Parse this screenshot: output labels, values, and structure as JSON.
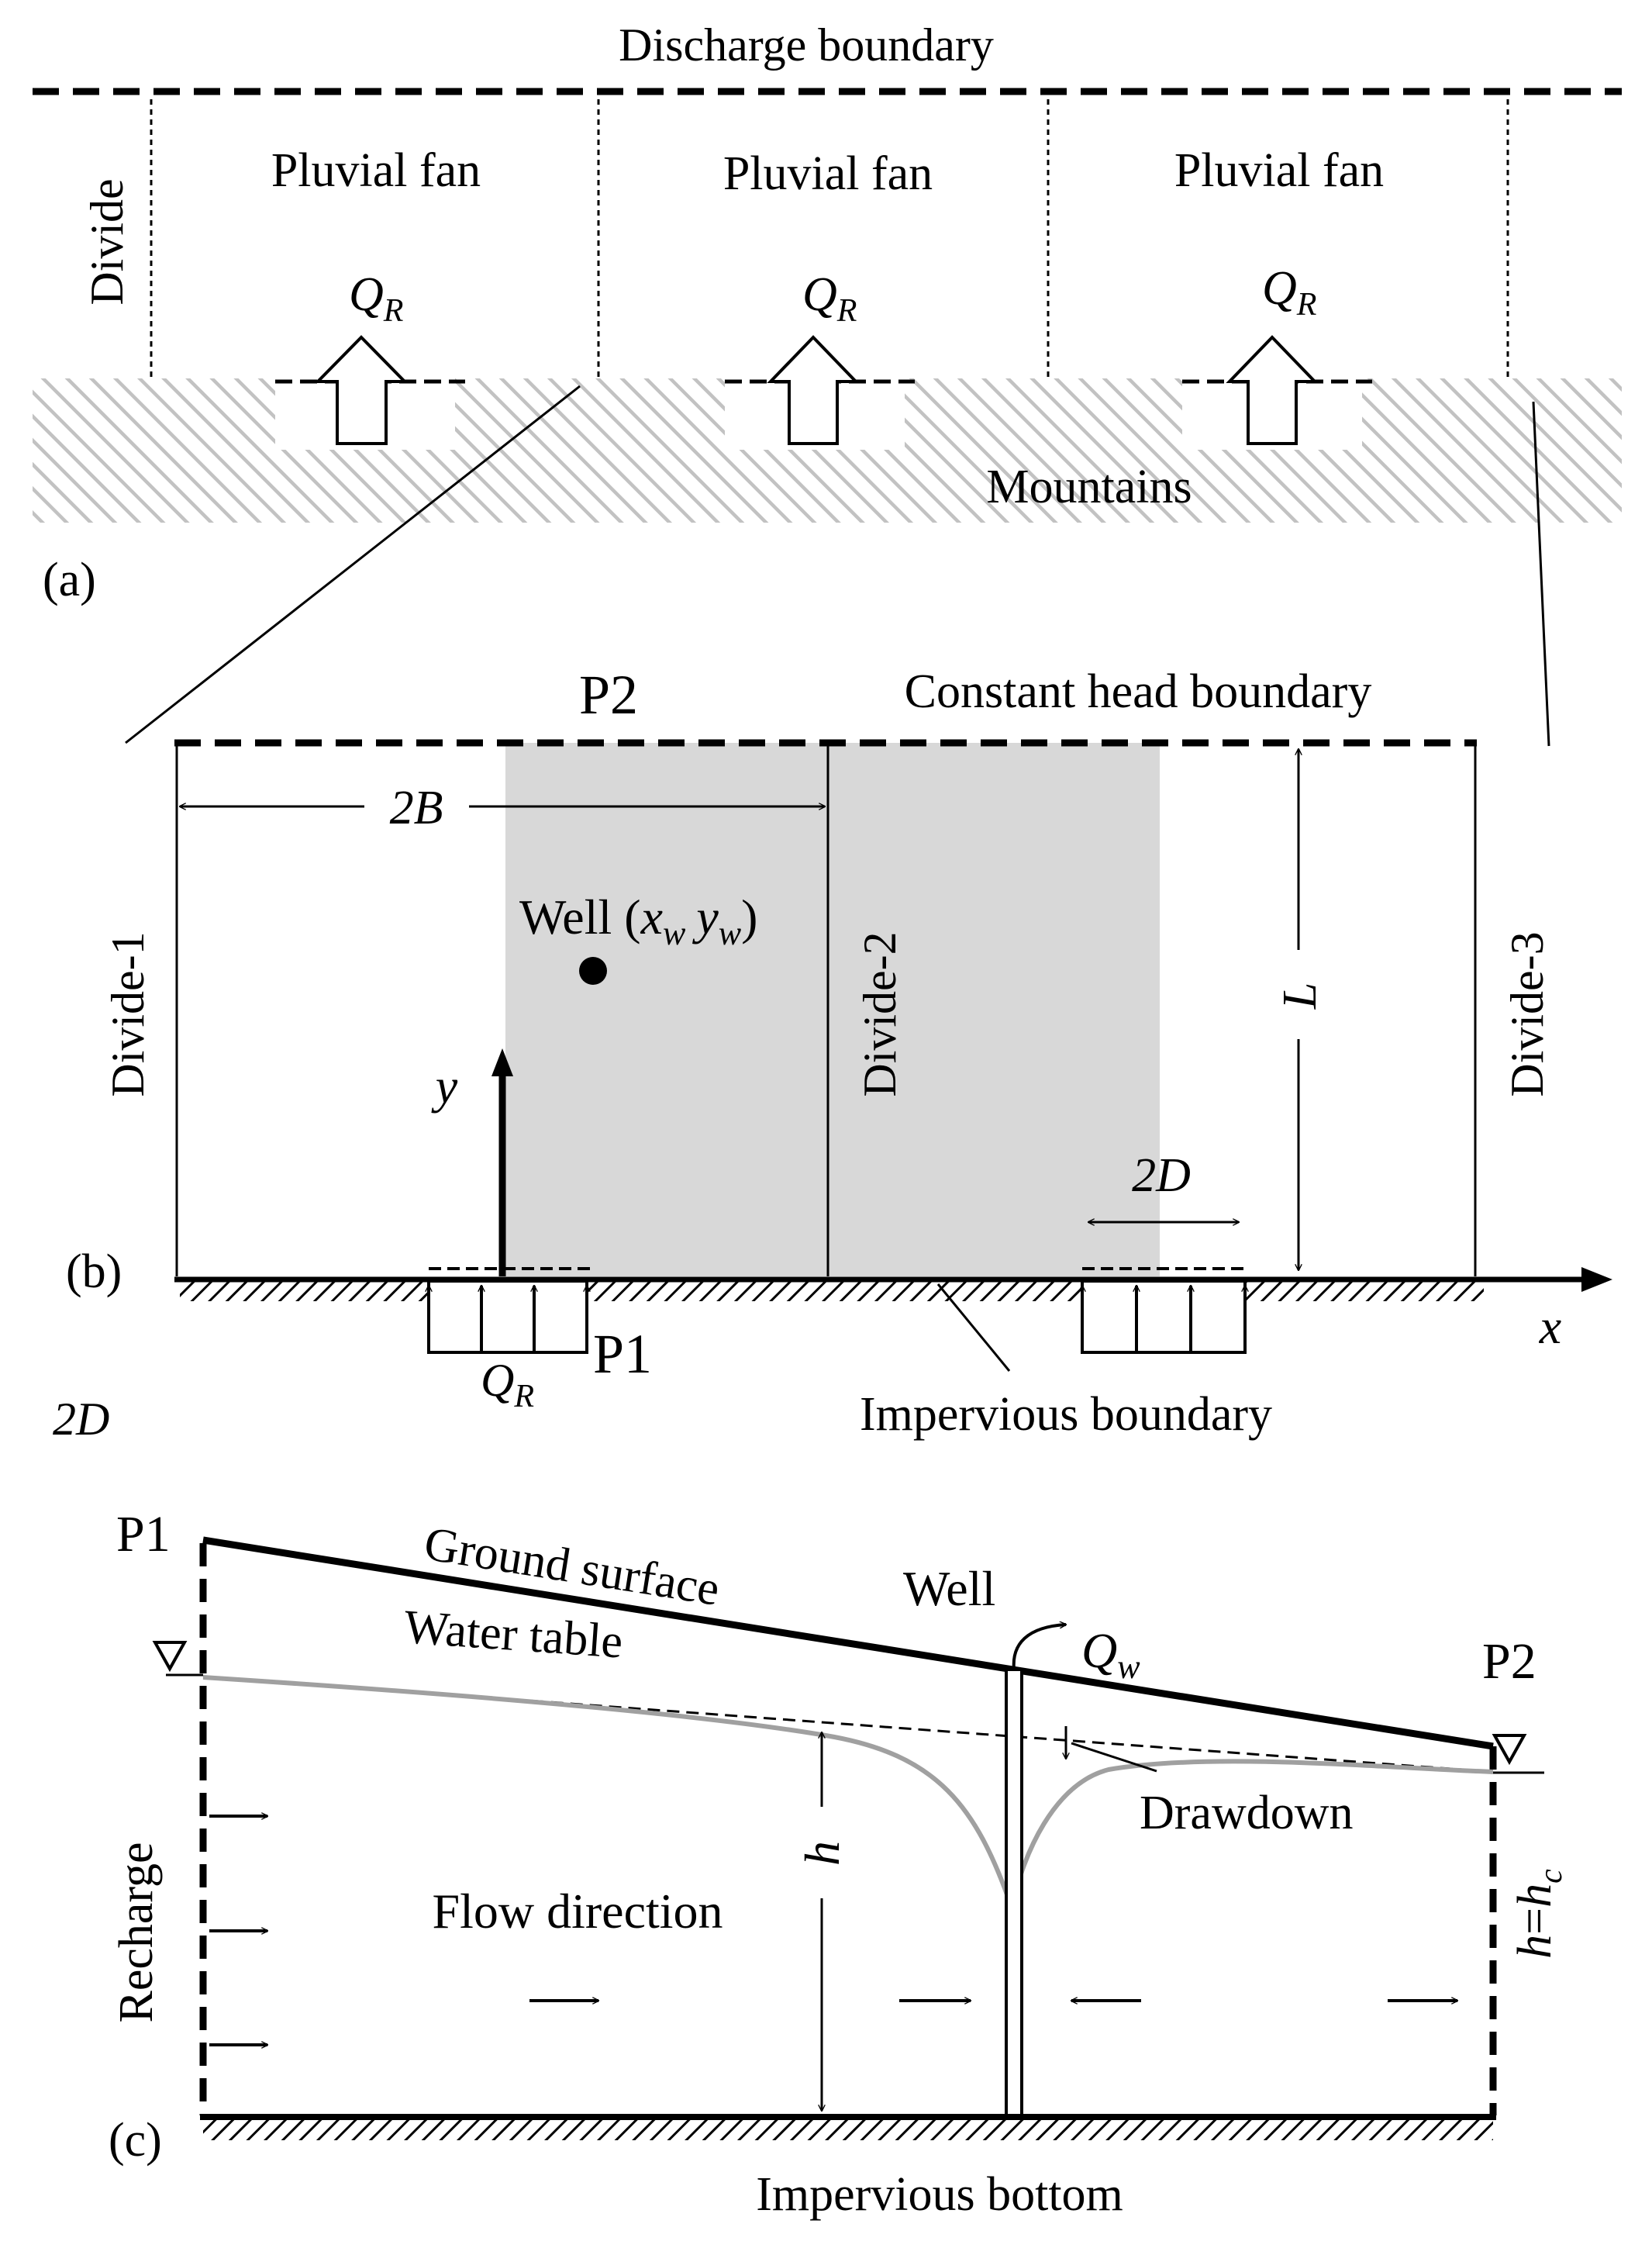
{
  "panel_a": {
    "tag": "(a)",
    "discharge_boundary": "Discharge boundary",
    "divide": "Divide",
    "fans": [
      {
        "label": "Pluvial fan",
        "flux": "Q",
        "flux_sub": "R"
      },
      {
        "label": "Pluvial fan",
        "flux": "Q",
        "flux_sub": "R"
      },
      {
        "label": "Pluvial fan",
        "flux": "Q",
        "flux_sub": "R"
      }
    ],
    "mountains": "Mountains"
  },
  "panel_b": {
    "tag": "(b)",
    "p2": "P2",
    "constant_head": "Constant head boundary",
    "two_b": "2B",
    "well": "Well (",
    "xw_x": "x",
    "xw_sub": "w",
    "yw_y": "y",
    "yw_sub": "w",
    "well_close": ")",
    "divide1": "Divide-1",
    "divide2": "Divide-2",
    "divide3": "Divide-3",
    "L": "L",
    "y": "y",
    "x": "x",
    "two_d": "2D",
    "p1": "P1",
    "qr": "Q",
    "qr_sub": "R",
    "impervious": "Impervious boundary",
    "two_d_left": "2D"
  },
  "panel_c": {
    "tag": "(c)",
    "p1": "P1",
    "p2": "P2",
    "ground": "Ground surface",
    "water_table": "Water table",
    "well": "Well",
    "qw": "Q",
    "qw_sub": "w",
    "drawdown": "Drawdown",
    "recharge": "Recharge",
    "flow_direction": "Flow direction",
    "h": "h",
    "hc_h": "h",
    "hc_eq": "=",
    "hc_h2": "h",
    "hc_sub": "c",
    "impervious_bottom": "Impervious bottom"
  }
}
